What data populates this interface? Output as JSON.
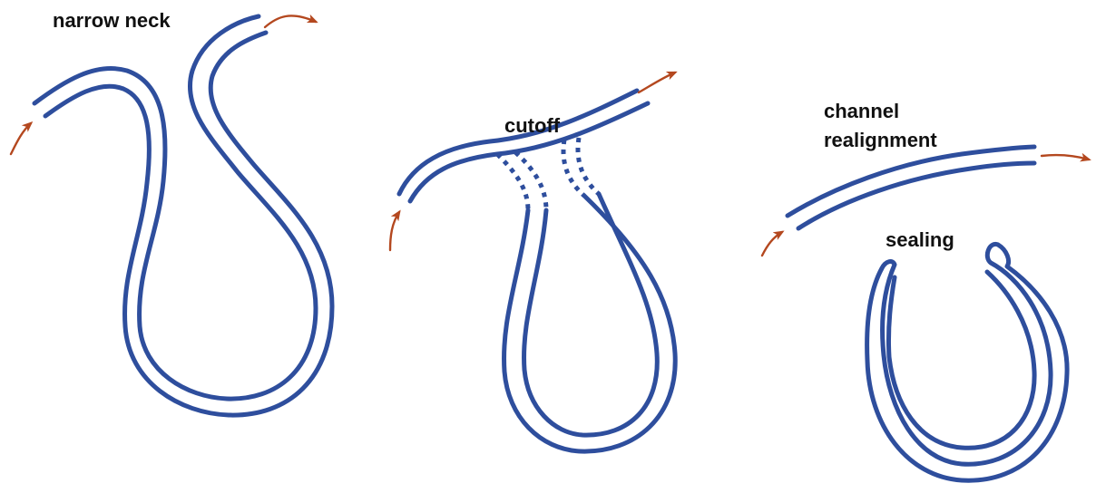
{
  "colors": {
    "channel": "#2e4e9d",
    "flow_arrow": "#b4481f",
    "text": "#111111",
    "background": "#ffffff"
  },
  "labels": {
    "narrow_neck": "narrow neck",
    "cutoff": "cutoff",
    "channel": "channel",
    "realignment": "realignment",
    "sealing": "sealing"
  },
  "icons": {
    "flow": "curved-flow-arrow-icon"
  }
}
